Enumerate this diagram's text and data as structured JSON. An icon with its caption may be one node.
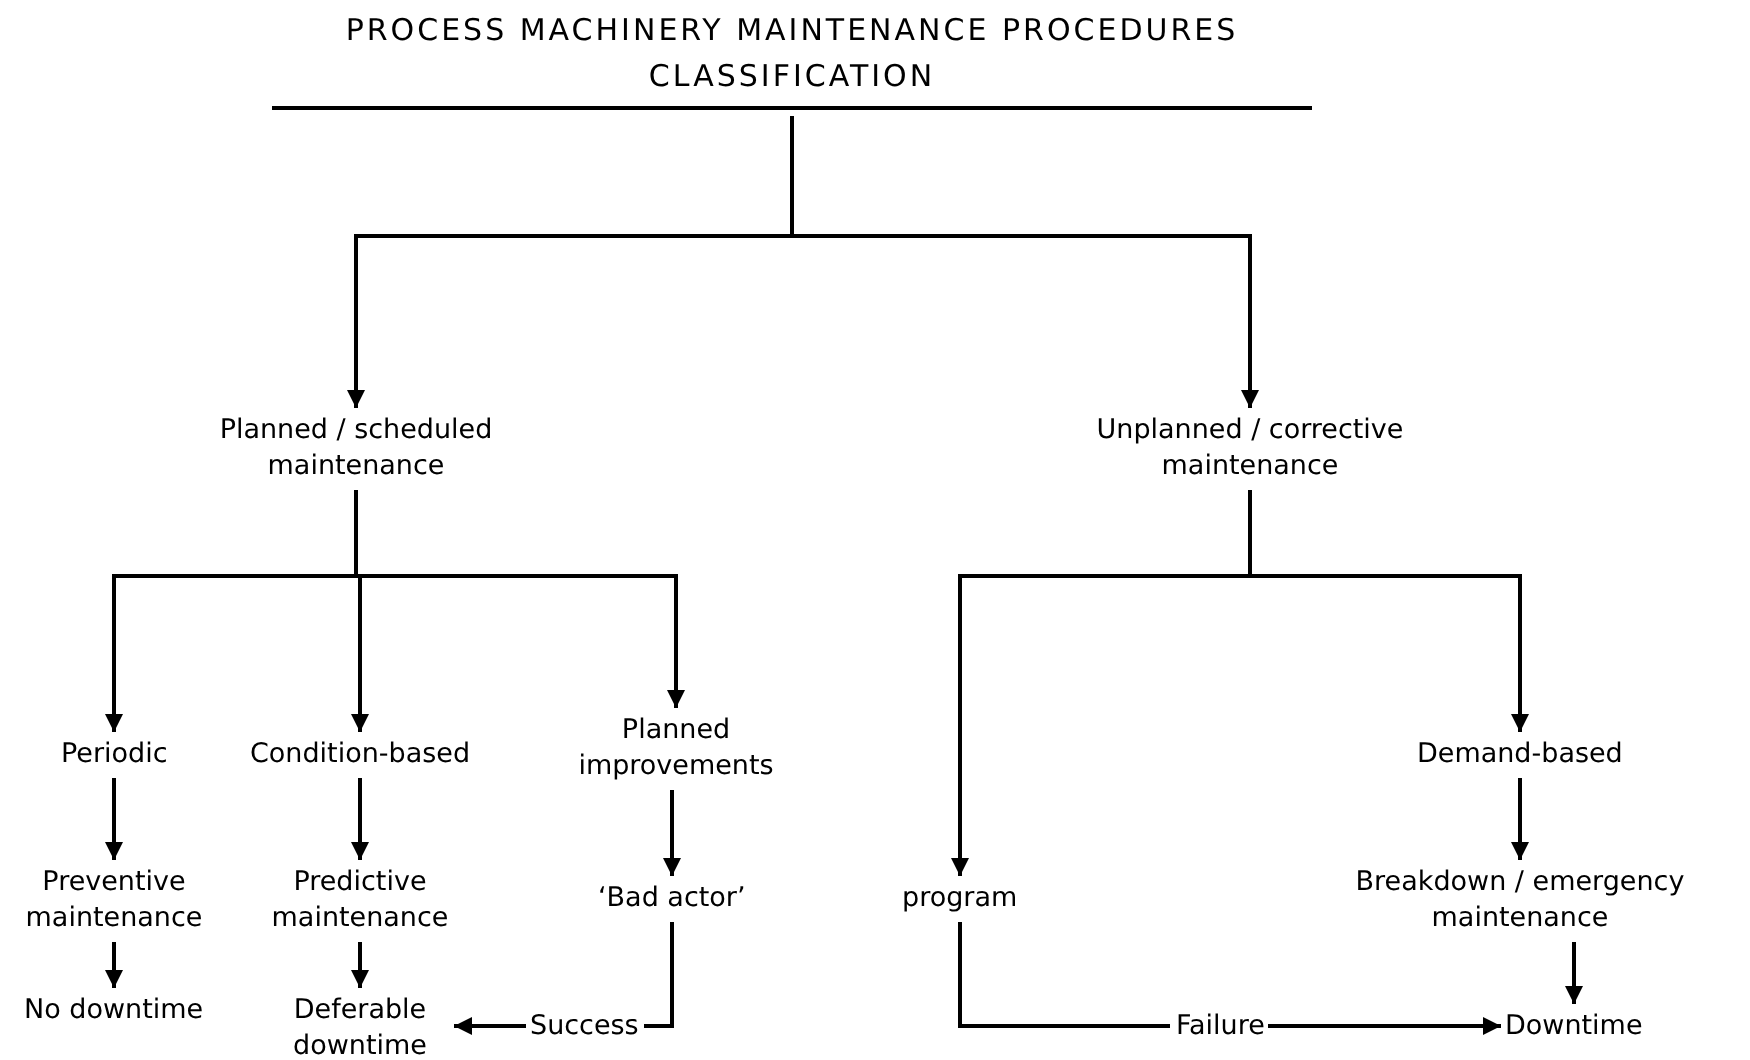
{
  "diagram": {
    "nodes": [
      {
        "text": [
          "PROCESS MACHINERY MAINTENANCE PROCEDURES CLASSIFICATION"
        ]
      },
      {
        "text": [
          "Planned / scheduled maintenance"
        ]
      },
      {
        "text": [
          "Unplanned / corrective maintenance"
        ]
      },
      {
        "text": [
          "Periodic"
        ]
      },
      {
        "text": [
          "Condition-based"
        ]
      },
      {
        "text": [
          "Planned improvements"
        ]
      },
      {
        "text": [
          "Demand-based"
        ]
      },
      {
        "text": [
          "Preventive maintenance"
        ]
      },
      {
        "text": [
          "Predictive maintenance"
        ]
      },
      {
        "text": [
          "‘Bad actor’"
        ]
      },
      {
        "text": [
          "program"
        ]
      },
      {
        "text": [
          "Breakdown / emergency maintenance"
        ]
      },
      {
        "text": [
          "No downtime"
        ]
      },
      {
        "text": [
          "Deferable downtime"
        ]
      },
      {
        "text": [
          "Success"
        ]
      },
      {
        "text": [
          "Failure"
        ]
      },
      {
        "text": [
          "Downtime"
        ]
      }
    ],
    "edges": [
      {
        "from": 0,
        "to": 1,
        "arrow": "to"
      },
      {
        "from": 0,
        "to": 2,
        "arrow": "to"
      },
      {
        "from": 1,
        "to": 3,
        "arrow": "to"
      },
      {
        "from": 1,
        "to": 4,
        "arrow": "to"
      },
      {
        "from": 1,
        "to": 5,
        "arrow": "to"
      },
      {
        "from": 2,
        "to": 10,
        "arrow": "to"
      },
      {
        "from": 2,
        "to": 6,
        "arrow": "to"
      },
      {
        "from": 3,
        "to": 7,
        "arrow": "to"
      },
      {
        "from": 4,
        "to": 8,
        "arrow": "to"
      },
      {
        "from": 5,
        "to": 9,
        "arrow": "to"
      },
      {
        "from": 6,
        "to": 11,
        "arrow": "to"
      },
      {
        "from": 7,
        "to": 12,
        "arrow": "to"
      },
      {
        "from": 8,
        "to": 13,
        "arrow": "to"
      },
      {
        "from": 9,
        "to": 14,
        "arrow": "none"
      },
      {
        "from": 14,
        "to": 13,
        "arrow": "to"
      },
      {
        "from": 10,
        "to": 15,
        "arrow": "none"
      },
      {
        "from": 15,
        "to": 16,
        "arrow": "to"
      },
      {
        "from": 11,
        "to": 16,
        "arrow": "to"
      }
    ]
  }
}
